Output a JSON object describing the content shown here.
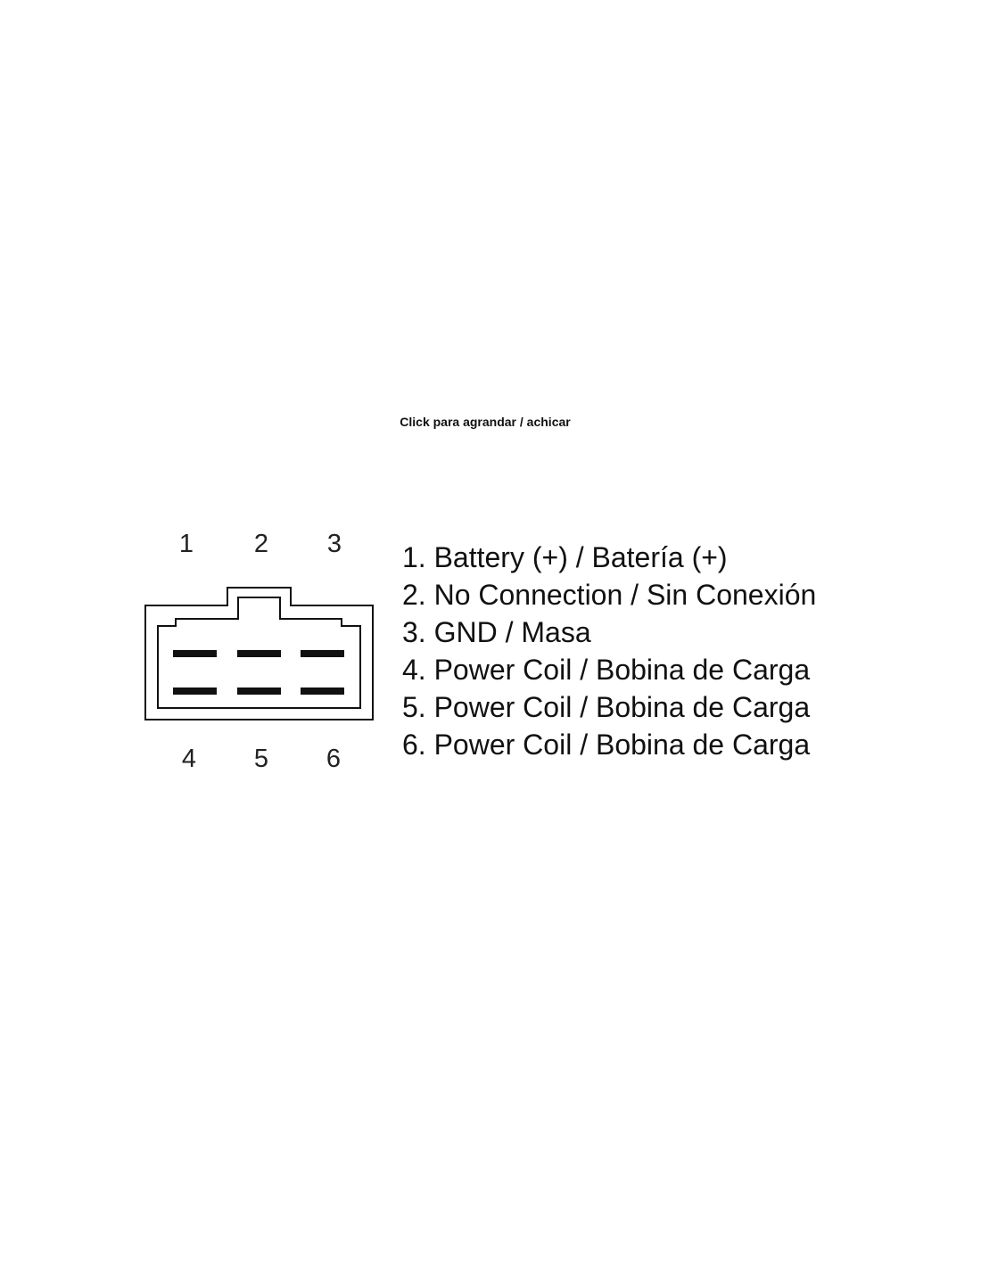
{
  "caption": "Click para agrandar / achicar",
  "pin_numbers_top": [
    "1",
    "2",
    "3"
  ],
  "pin_numbers_bottom": [
    "4",
    "5",
    "6"
  ],
  "legend": [
    "1. Battery (+) / Batería (+)",
    "2. No Connection / Sin Conexión",
    "3. GND / Masa",
    "4. Power Coil / Bobina de Carga",
    "5. Power Coil / Bobina de Carga",
    "6. Power Coil / Bobina de Carga"
  ]
}
